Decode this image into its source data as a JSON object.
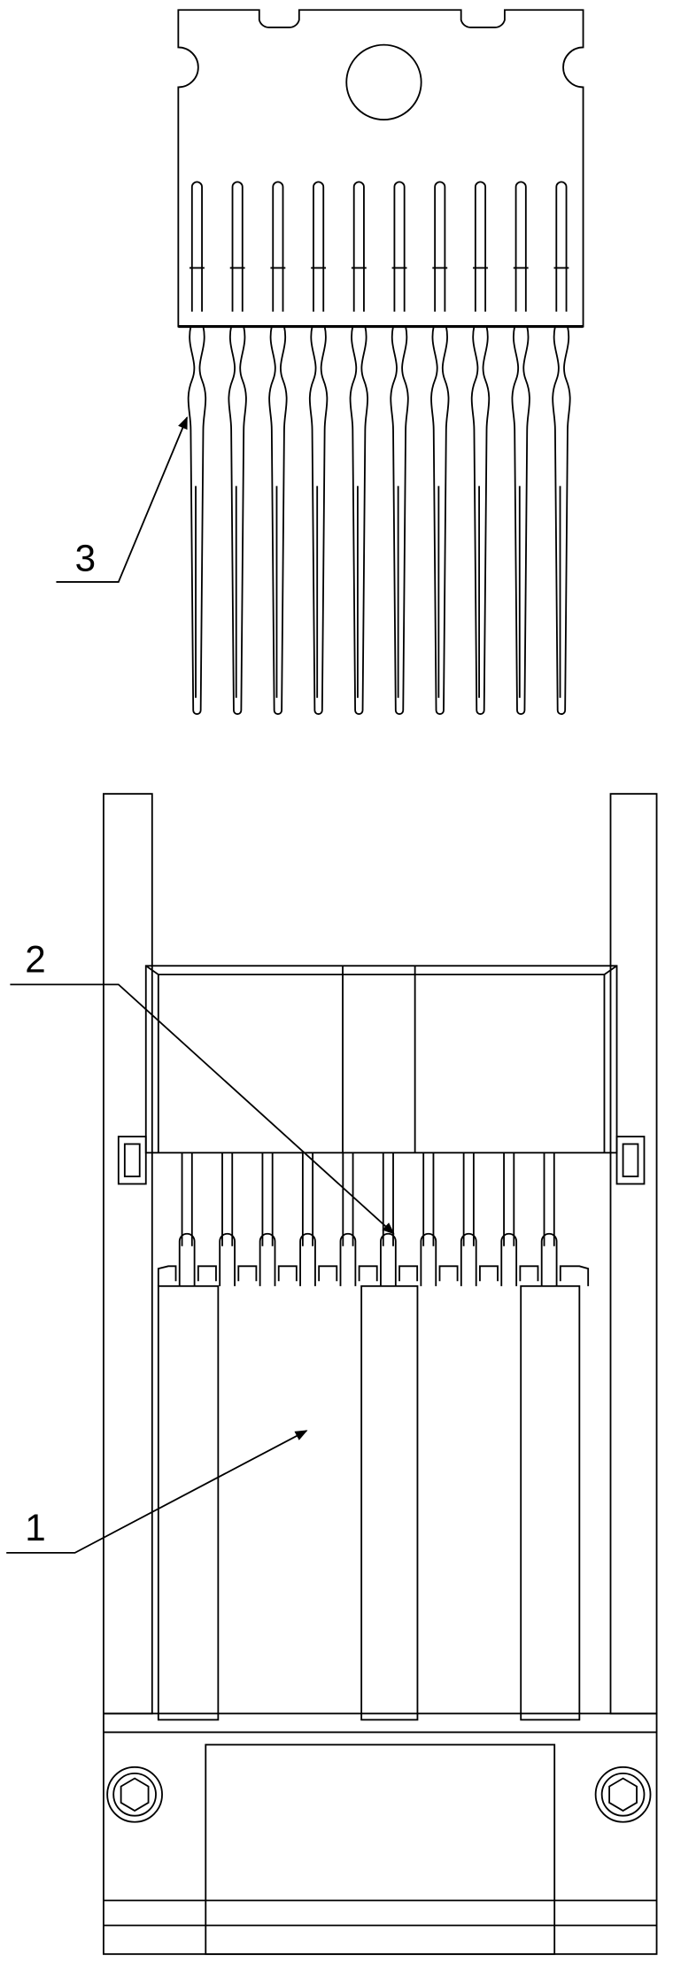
{
  "labels": {
    "part_1": "1",
    "part_2": "2",
    "part_3": "3"
  },
  "lead_count": 10
}
